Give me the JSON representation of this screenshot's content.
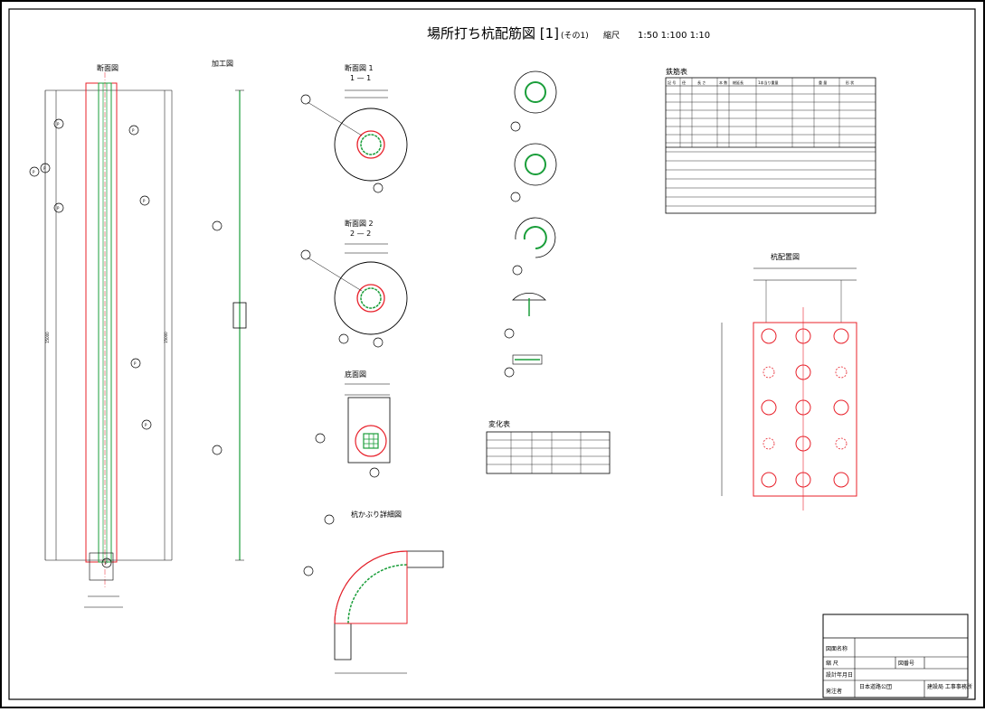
{
  "drawing": {
    "title": "場所打ち杭配筋図 [1]",
    "subtitle": "(その1)",
    "scale_label": "縮尺",
    "scales": "1:50 1:100 1:10"
  },
  "views": {
    "longitudinal": "断面図",
    "fabrication": "加工図",
    "section1_title": "断面図 1",
    "section1_marker": "1 — 1",
    "section2_title": "断面図 2",
    "section2_marker": "2 — 2",
    "bottom": "底面図",
    "corner_detail": "杭かぶり詳細図",
    "pile_layout": "杭配置図"
  },
  "rebar_schedule": {
    "title": "鉄筋表",
    "headers": [
      "記 号",
      "径",
      "長 さ",
      "本 数",
      "総延長",
      "1本当り重量",
      "重 量",
      "形 状"
    ]
  },
  "change_table": {
    "title": "変化表"
  },
  "title_block": {
    "rows": [
      {
        "label": "図面名称",
        "value": ""
      },
      {
        "label": "縮 尺",
        "value": "",
        "extra_label": "図番号"
      },
      {
        "label": "設計年月日",
        "value": ""
      },
      {
        "label": "発注者",
        "value": "日本道路公団",
        "extra_value": "建設局 工事事務所"
      }
    ]
  },
  "colors": {
    "concrete_outline": "#e8202a",
    "rebar": "#1a9e3a",
    "linework": "#000000"
  }
}
